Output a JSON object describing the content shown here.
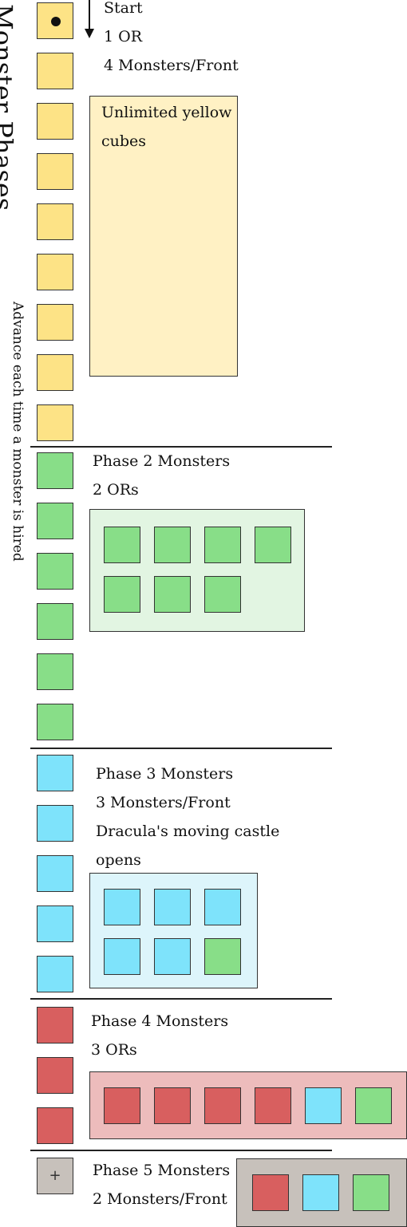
{
  "title": "Monster Phases",
  "subtitle": "Advance each time a monster is hired",
  "colors": {
    "yellow": "#fde386",
    "green": "#88de88",
    "blue": "#7ee3fb",
    "red": "#d85f5f",
    "grey": "#c7c1bb",
    "yellow_panel": "#fff1c4",
    "green_panel": "#e2f5e2",
    "blue_panel": "#ddf5fb",
    "red_panel": "#edbcbc",
    "grey_panel": "#c7c1bb"
  },
  "track": {
    "start_icon": "dot-icon",
    "end_icon": "plus-icon",
    "direction_icon": "down-arrow-icon"
  },
  "phases": [
    {
      "id": 1,
      "lines": [
        "Start",
        "1 OR",
        "4 Monsters/Front"
      ],
      "panel_text": [
        "Unlimited yellow",
        "cubes"
      ],
      "track_boxes": 9
    },
    {
      "id": 2,
      "lines": [
        "Phase 2 Monsters",
        "2 ORs"
      ],
      "track_boxes": 6,
      "pool": [
        "green",
        "green",
        "green",
        "green",
        "green",
        "green",
        "green"
      ]
    },
    {
      "id": 3,
      "lines": [
        "Phase 3 Monsters",
        "3 Monsters/Front",
        "Dracula's moving castle",
        "opens"
      ],
      "track_boxes": 5,
      "pool": [
        "blue",
        "blue",
        "blue",
        "blue",
        "blue",
        "green"
      ]
    },
    {
      "id": 4,
      "lines": [
        "Phase 4 Monsters",
        "3 ORs"
      ],
      "track_boxes": 3,
      "pool": [
        "red",
        "red",
        "red",
        "red",
        "blue",
        "green"
      ]
    },
    {
      "id": 5,
      "lines": [
        "Phase 5 Monsters",
        "2 Monsters/Front"
      ],
      "track_boxes": 1,
      "pool": [
        "red",
        "blue",
        "green"
      ]
    }
  ]
}
